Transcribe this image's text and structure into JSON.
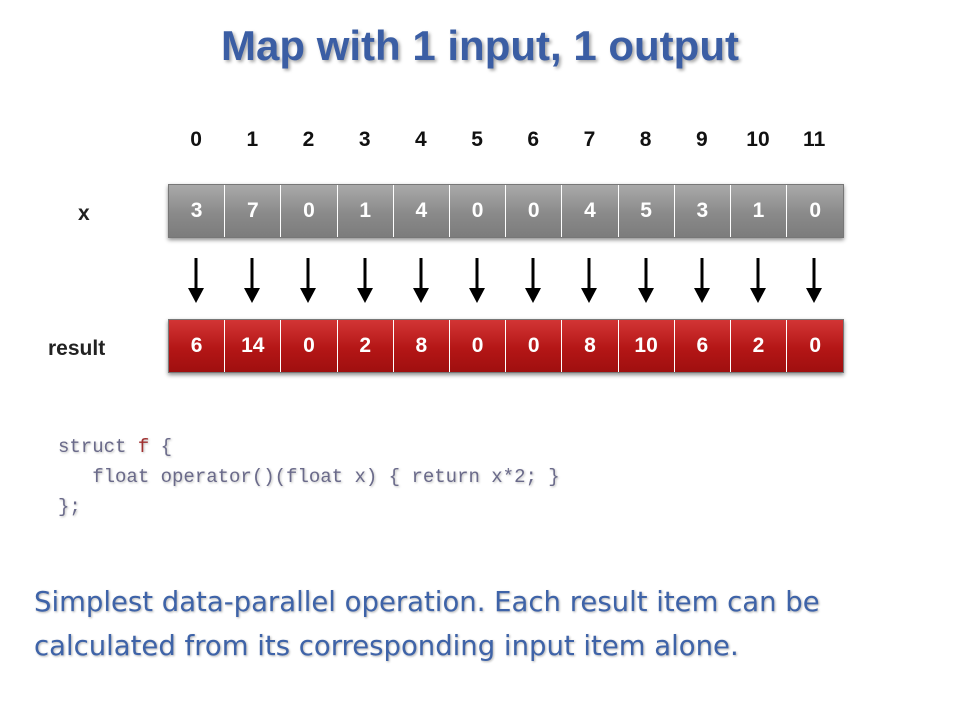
{
  "title": "Map with 1 input, 1 output",
  "indices": [
    "0",
    "1",
    "2",
    "3",
    "4",
    "5",
    "6",
    "7",
    "8",
    "9",
    "10",
    "11"
  ],
  "x_label": "x",
  "result_label": "result",
  "x_values": [
    "3",
    "7",
    "0",
    "1",
    "4",
    "0",
    "0",
    "4",
    "5",
    "3",
    "1",
    "0"
  ],
  "result_values": [
    "6",
    "14",
    "0",
    "2",
    "8",
    "0",
    "0",
    "8",
    "10",
    "6",
    "2",
    "0"
  ],
  "code": {
    "line1_kw": "struct ",
    "line1_name": "f",
    "line1_rest": " {",
    "line2": "   float operator()(float x) { return x*2; }",
    "line3": "};"
  },
  "description": "Simplest data-parallel operation.  Each result item can be calculated from its corresponding input item alone.",
  "colors": {
    "title": "#3b5ea4",
    "input_cell": "#8a8a8a",
    "result_cell": "#b41616",
    "description": "#3e63a8"
  }
}
